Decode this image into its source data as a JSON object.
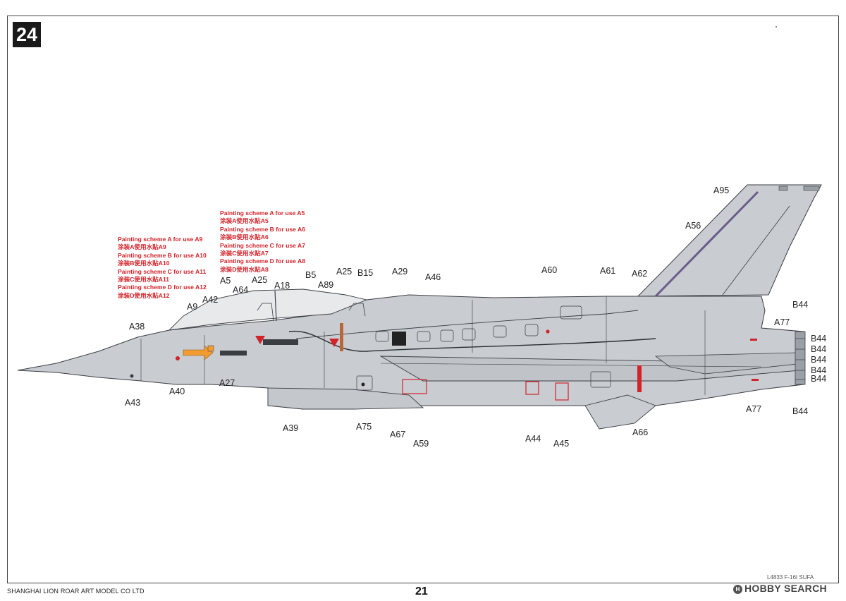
{
  "step_number": "24",
  "scheme_groups": {
    "upper": [
      {
        "en": "Painting scheme A for use A5",
        "cn": "涂装A使用水贴A5"
      },
      {
        "en": "Painting scheme B for use A6",
        "cn": "涂装B使用水贴A6"
      },
      {
        "en": "Painting scheme C for use A7",
        "cn": "涂装C使用水贴A7"
      },
      {
        "en": "Painting scheme D for use A8",
        "cn": "涂装D使用水贴A8"
      }
    ],
    "lower": [
      {
        "en": "Painting scheme A for use A9",
        "cn": "涂装A使用水贴A9"
      },
      {
        "en": "Painting scheme B for use A10",
        "cn": "涂装B使用水贴A10"
      },
      {
        "en": "Painting scheme C for use A11",
        "cn": "涂装C使用水贴A11"
      },
      {
        "en": "Painting scheme D for use A12",
        "cn": "涂装D使用水贴A12"
      }
    ]
  },
  "callouts": [
    "A95",
    "A56",
    "A60",
    "A61",
    "A62",
    "A29",
    "A46",
    "A25",
    "B15",
    "B5",
    "A89",
    "A25",
    "A18",
    "A64",
    "A5",
    "A42",
    "A9",
    "A38",
    "A43",
    "A40",
    "A27",
    "A39",
    "A75",
    "A67",
    "A59",
    "A44",
    "A45",
    "A66",
    "A77",
    "A77",
    "B44",
    "B44",
    "B44",
    "B44",
    "B44",
    "B44",
    "B44"
  ],
  "footer": {
    "company": "SHANGHAI LION ROAR ART MODEL CO LTD",
    "page_number": "21",
    "kit_code": "L4833 F-16I SUFA",
    "brand": "HOBBY SEARCH",
    "brand_icon": "H"
  },
  "colors": {
    "aircraft_gray": "#c9cdd2",
    "line_dark": "#3a3d42",
    "decal_red": "#d2232a",
    "decal_orange": "#f29b30",
    "tail_stripe": "#6b5d8a"
  }
}
